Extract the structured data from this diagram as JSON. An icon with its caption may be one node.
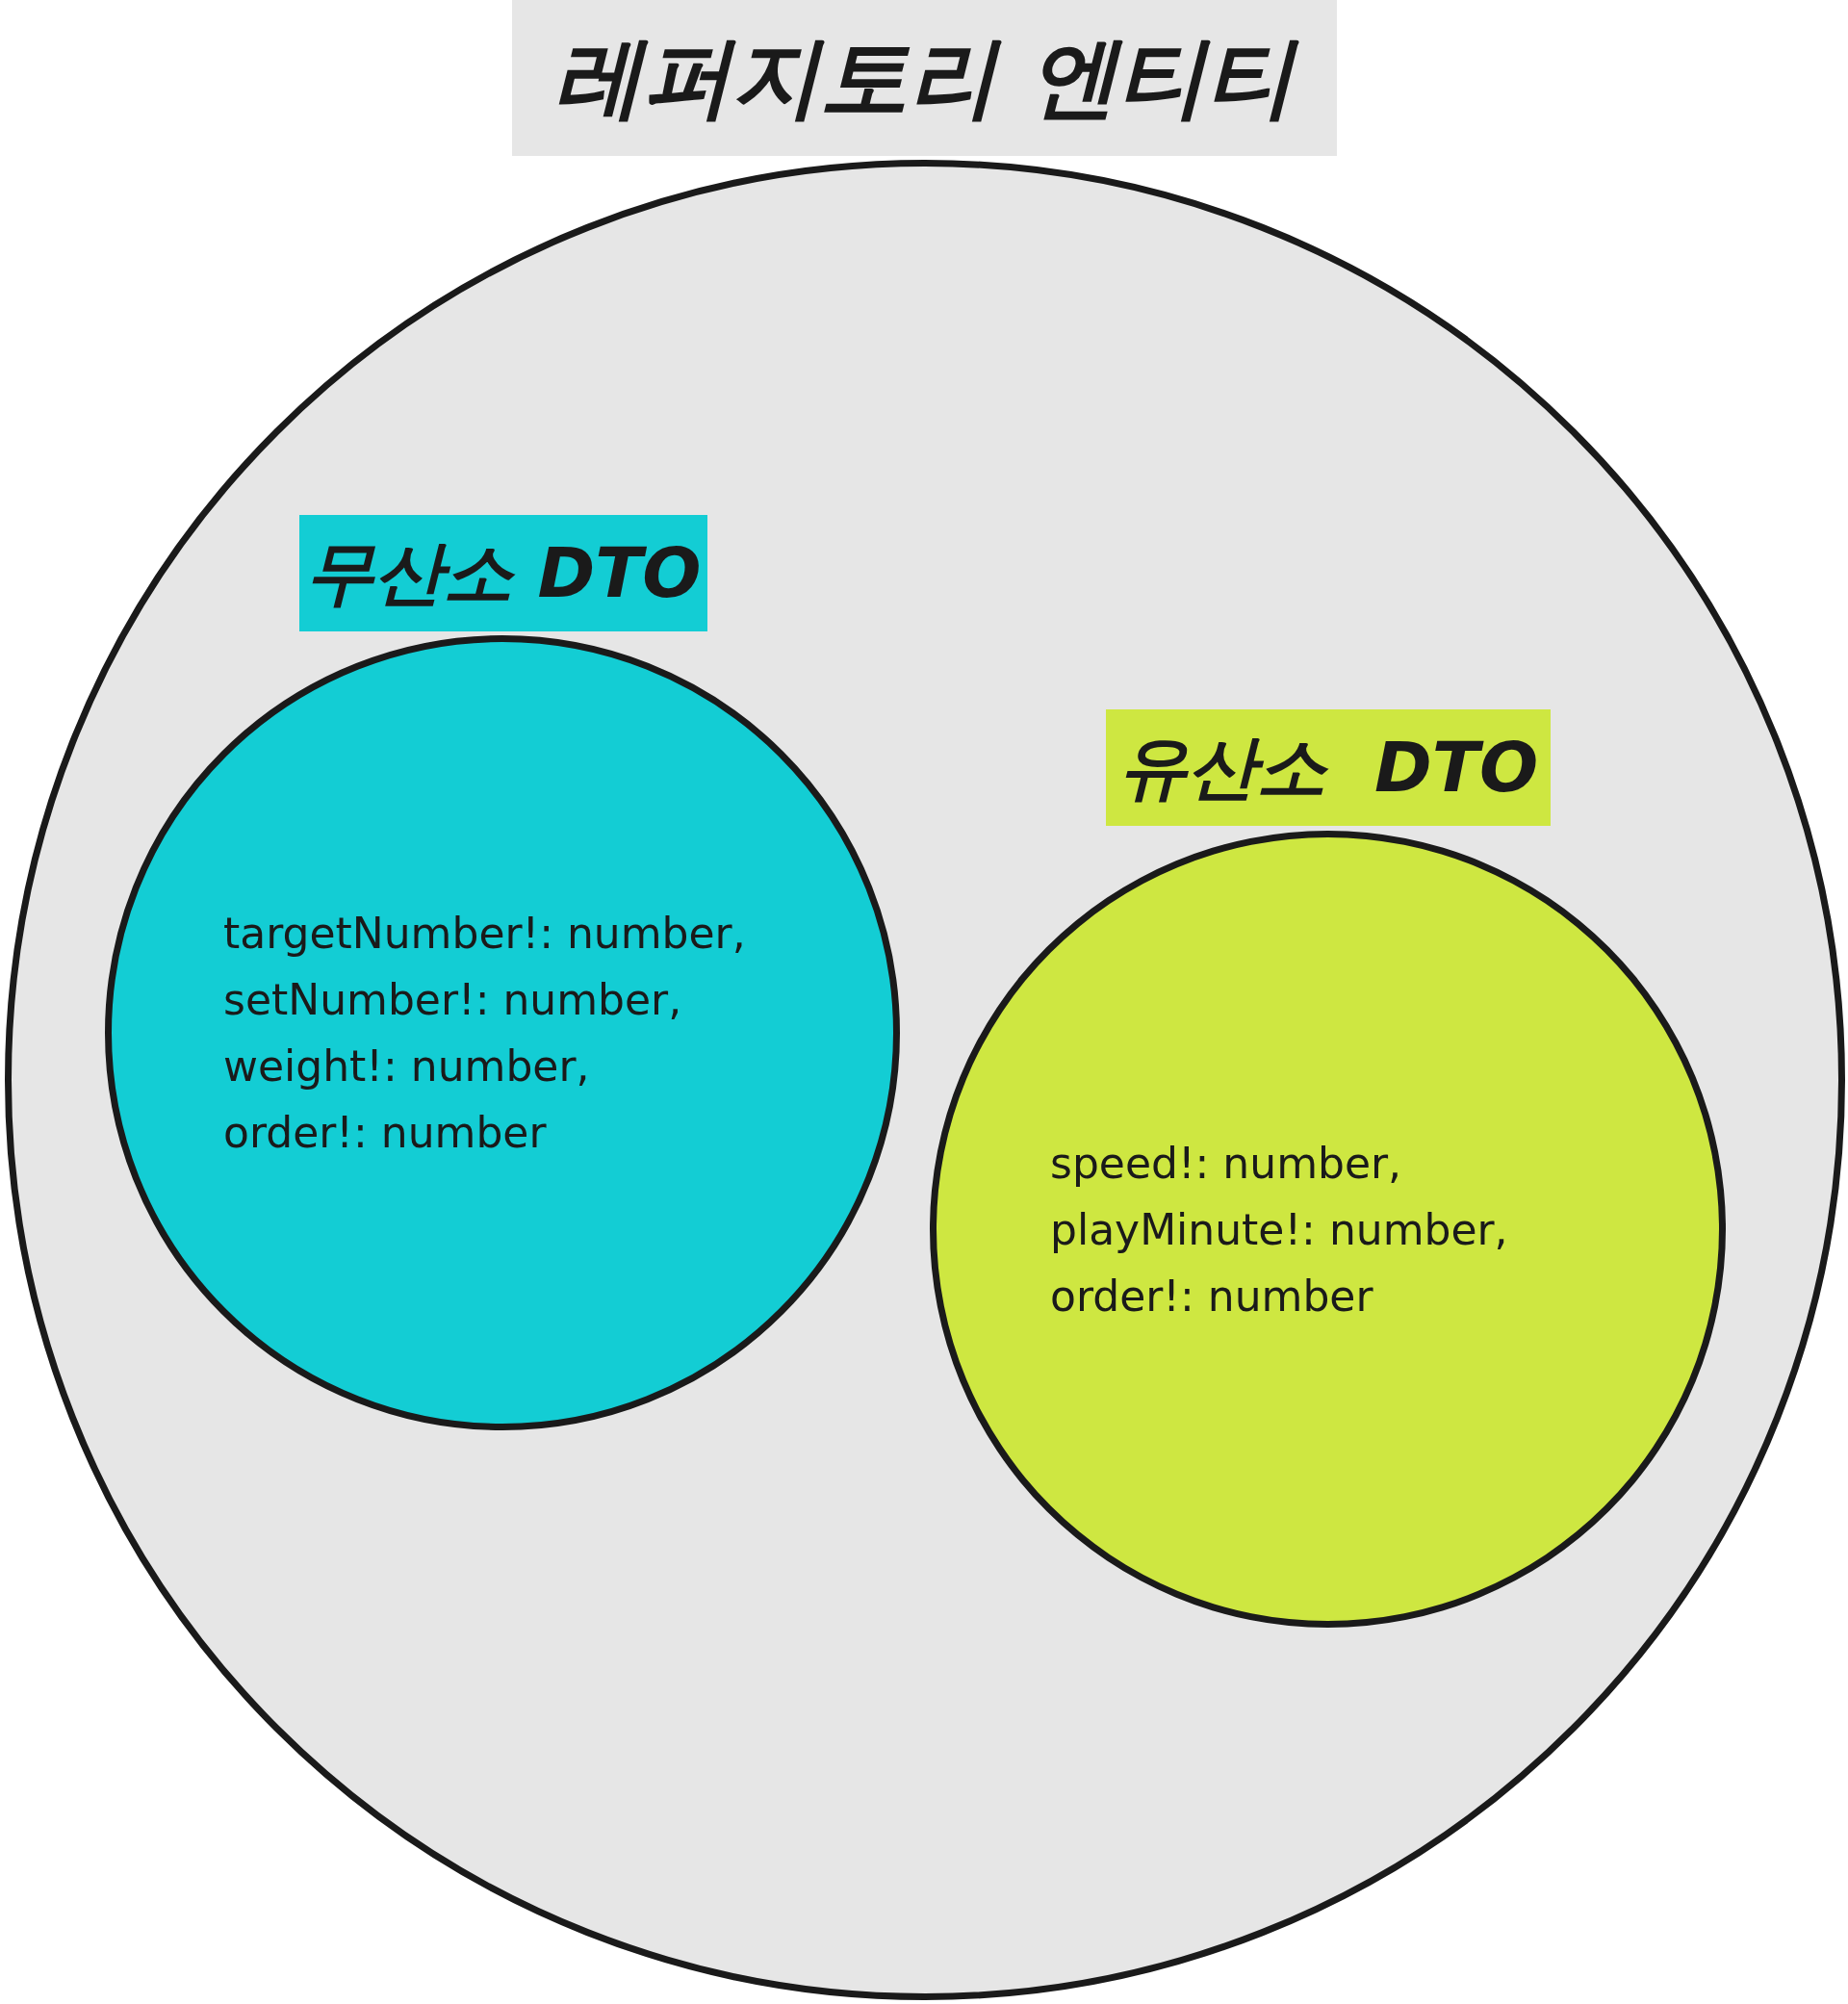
{
  "diagram": {
    "nodes": [
      {
        "text": [
          "레퍼지토리 엔티티"
        ]
      },
      {
        "text": [],
        "shape": "circle"
      },
      {
        "text": [
          "무산소 DTO"
        ],
        "in": 1
      },
      {
        "text": [
          "targetNumber!: number, setNumber!: number, weight!: number, order!: number"
        ],
        "in": 1
      },
      {
        "text": [
          "유산소  DTO"
        ],
        "in": 1
      },
      {
        "text": [
          "speed!: number, playMinute!: number, order!: number"
        ],
        "in": 1
      }
    ]
  }
}
